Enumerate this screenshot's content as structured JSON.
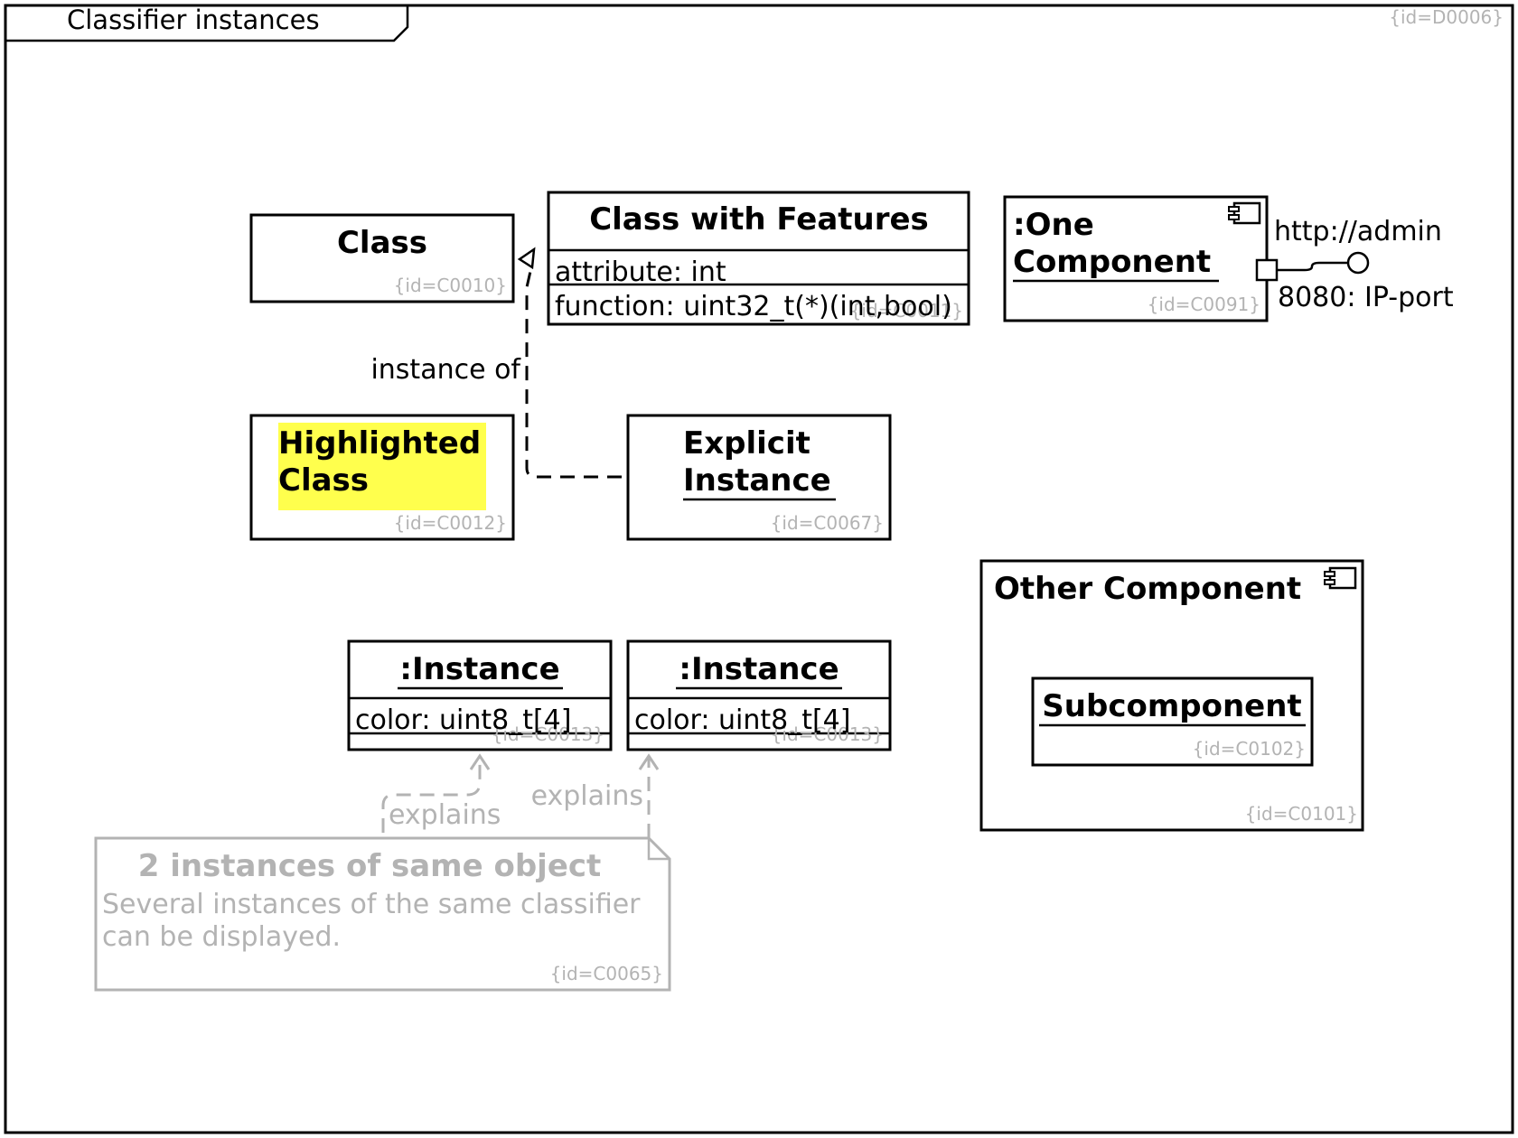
{
  "frame": {
    "title": "Classifier instances",
    "id_tag": "{id=D0006}"
  },
  "elements": {
    "class": {
      "title": "Class",
      "id_tag": "{id=C0010}"
    },
    "class_with_features": {
      "title": "Class with Features",
      "attribute": "attribute: int",
      "function": "function: uint32_t(*)(int,bool)",
      "id_tag": "{id=C0011}"
    },
    "one_component": {
      "title_line1": ":One",
      "title_line2": "Component",
      "id_tag": "{id=C0091}",
      "port_label_top": "http://admin",
      "port_label_bottom": "8080: IP-port"
    },
    "highlighted_class": {
      "title_line1": "Highlighted",
      "title_line2": "Class",
      "id_tag": "{id=C0012}",
      "highlight_color": "#ffff4d"
    },
    "explicit_instance": {
      "title_line1": "Explicit",
      "title_line2": "Instance",
      "id_tag": "{id=C0067}"
    },
    "other_component": {
      "title": "Other Component",
      "id_tag": "{id=C0101}"
    },
    "subcomponent": {
      "title": "Subcomponent",
      "id_tag": "{id=C0102}"
    },
    "instance_a": {
      "title": ":Instance",
      "attribute": "color: uint8_t[4]",
      "id_tag": "{id=C0013}"
    },
    "instance_b": {
      "title": ":Instance",
      "attribute": "color: uint8_t[4]",
      "id_tag": "{id=C0013}"
    },
    "note": {
      "title": "2 instances of same object",
      "line1": "Several instances of the same classifier",
      "line2": "can be displayed.",
      "id_tag": "{id=C0065}",
      "color": "#b3b3b3"
    }
  },
  "relations": {
    "instance_of": "instance of",
    "explains_a": "explains",
    "explains_b": "explains"
  },
  "icons": [
    "component-icon",
    "component-icon"
  ]
}
